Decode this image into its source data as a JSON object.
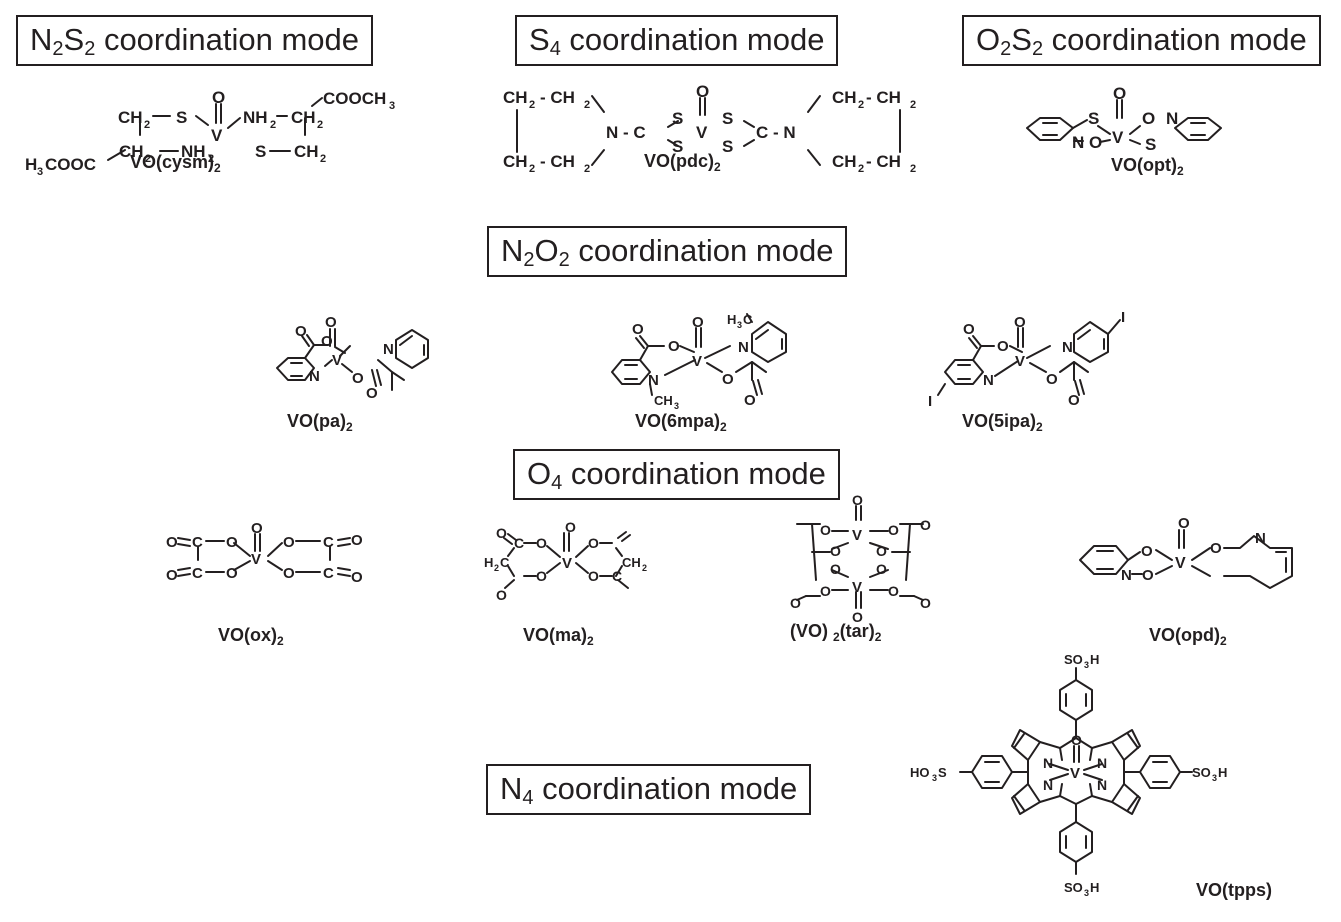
{
  "modes": [
    {
      "id": "n2s2",
      "pre": "N",
      "sub1": "2",
      "mid": "S",
      "sub2": "2",
      "post": " coordination mode"
    },
    {
      "id": "s4",
      "pre": "S",
      "sub1": "4",
      "mid": "",
      "sub2": "",
      "post": " coordination mode"
    },
    {
      "id": "o2s2",
      "pre": "O",
      "sub1": "2",
      "mid": "S",
      "sub2": "2",
      "post": " coordination mode"
    },
    {
      "id": "n2o2",
      "pre": "N",
      "sub1": "2",
      "mid": "O",
      "sub2": "2",
      "post": " coordination mode"
    },
    {
      "id": "o4",
      "pre": "O",
      "sub1": "4",
      "mid": "",
      "sub2": "",
      "post": " coordination mode"
    },
    {
      "id": "n4",
      "pre": "N",
      "sub1": "4",
      "mid": "",
      "sub2": "",
      "post": " coordination mode"
    }
  ],
  "compounds": [
    {
      "id": "cysm",
      "main": "VO(cysm)",
      "sub": "2"
    },
    {
      "id": "pdc",
      "main": "VO(pdc)",
      "sub": "2"
    },
    {
      "id": "opt",
      "main": "VO(opt)",
      "sub": "2"
    },
    {
      "id": "pa",
      "main": "VO(pa)",
      "sub": "2"
    },
    {
      "id": "6mpa",
      "main": "VO(6mpa)",
      "sub": "2"
    },
    {
      "id": "5ipa",
      "main": "VO(5ipa)",
      "sub": "2"
    },
    {
      "id": "ox",
      "main": "VO(ox)",
      "sub": "2"
    },
    {
      "id": "ma",
      "main": "VO(ma)",
      "sub": "2"
    },
    {
      "id": "tar",
      "main": "(VO) ",
      "sub": "2",
      "tail": "(tar)",
      "sub2": "2"
    },
    {
      "id": "opd",
      "main": "VO(opd)",
      "sub": "2"
    },
    {
      "id": "tpps",
      "main": "VO(tpps)",
      "sub": ""
    }
  ],
  "atoms": {
    "cysm": [
      "CH",
      "2",
      "S",
      "O",
      "V",
      "NH",
      "2",
      "CH",
      "2",
      "COOCH",
      "3",
      "H",
      "3",
      "COOC",
      "CH",
      "2",
      "NH",
      "2",
      "S",
      "CH",
      "2"
    ],
    "pdc": [
      "CH",
      "2",
      "- CH",
      "2",
      "CH",
      "2",
      "- CH",
      "2",
      "N - C",
      "S",
      "S",
      "O",
      "V",
      "S",
      "S",
      "C - N",
      "CH",
      "2",
      "- CH",
      "2",
      "CH",
      "2",
      "- CH",
      "2"
    ],
    "opt": [
      "S",
      "O",
      "V",
      "O",
      "N",
      "N",
      "O",
      "S"
    ],
    "pa": [
      "O",
      "O",
      "O",
      "V",
      "N",
      "N",
      "O",
      "O"
    ],
    "mpa6": [
      "O",
      "O",
      "O",
      "V",
      "H",
      "3",
      "C",
      "N",
      "N",
      "CH",
      "3",
      "O",
      "O"
    ],
    "ipa5": [
      "O",
      "O",
      "O",
      "V",
      "N",
      "I",
      "N",
      "O",
      "O",
      "I"
    ],
    "ox": [
      "O",
      "C",
      "O",
      "O",
      "V",
      "O",
      "C",
      "O",
      "O",
      "C",
      "O",
      "O",
      "C",
      "O"
    ],
    "ma": [
      "O",
      "C",
      "O",
      "H",
      "2",
      "C",
      "O",
      "O",
      "V",
      "O",
      "O",
      "CH",
      "2",
      "C",
      "O"
    ],
    "tar": [
      "O",
      "O",
      "V",
      "O",
      "O",
      "O",
      "O",
      "O",
      "O",
      "V",
      "O",
      "O",
      "O",
      "O",
      "O"
    ],
    "opd": [
      "O",
      "V",
      "O",
      "N",
      "O",
      "O",
      "N"
    ],
    "tpps": [
      "SO",
      "3",
      "H",
      "HO",
      "3",
      "S",
      "SO",
      "3",
      "H",
      "SO",
      "3",
      "H",
      "N",
      "N",
      "O",
      "V",
      "N",
      "N"
    ]
  }
}
